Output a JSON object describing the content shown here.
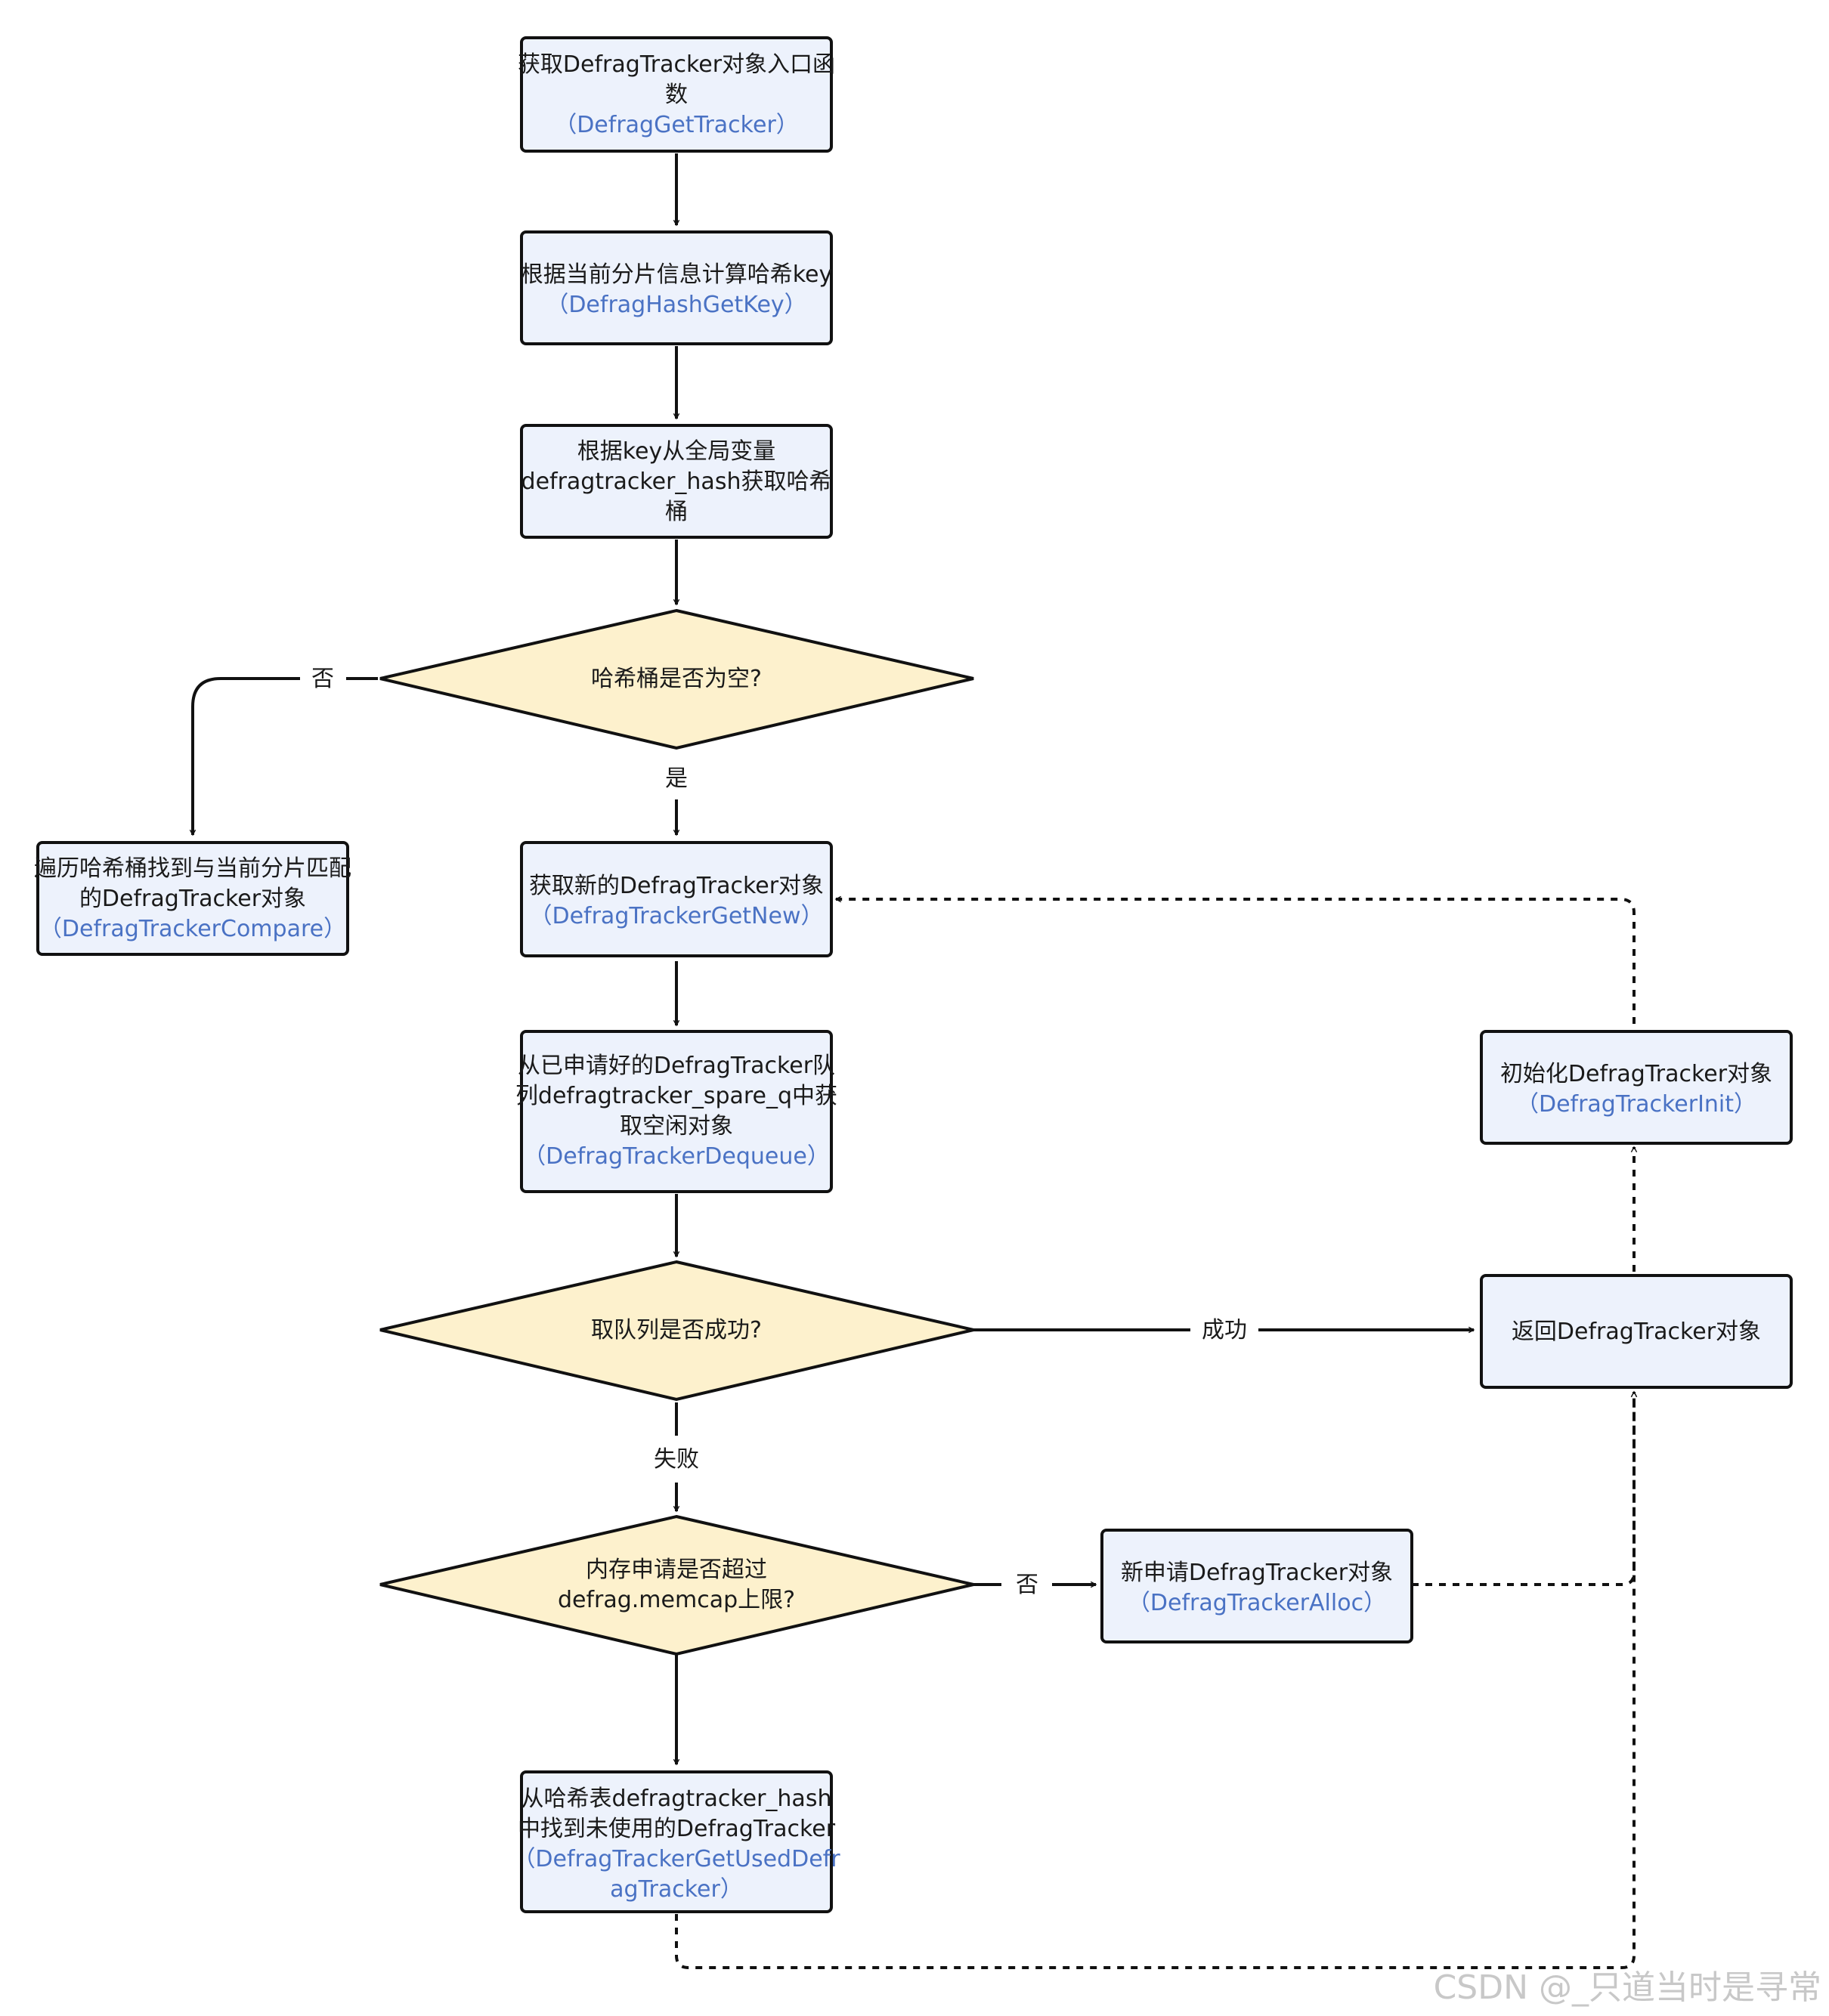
{
  "nodes": {
    "entry": {
      "lines": [
        "获取DefragTracker对象入口函",
        "数"
      ],
      "func": "（DefragGetTracker）"
    },
    "hashkey": {
      "lines": [
        "根据当前分片信息计算哈希key"
      ],
      "func": "（DefragHashGetKey）"
    },
    "bucket": {
      "lines": [
        "根据key从全局变量",
        "defragtracker_hash获取哈希",
        "桶"
      ],
      "func": ""
    },
    "decision_empty": {
      "lines": [
        "哈希桶是否为空?"
      ]
    },
    "traverse": {
      "lines": [
        "遍历哈希桶找到与当前分片匹配",
        "的DefragTracker对象"
      ],
      "func": "（DefragTrackerCompare）"
    },
    "getnew": {
      "lines": [
        "获取新的DefragTracker对象"
      ],
      "func": "（DefragTrackerGetNew）"
    },
    "dequeue": {
      "lines": [
        "从已申请好的DefragTracker队",
        "列defragtracker_spare_q中获",
        "取空闲对象"
      ],
      "func": "（DefragTrackerDequeue）"
    },
    "decision_queue": {
      "lines": [
        "取队列是否成功?"
      ]
    },
    "init": {
      "lines": [
        "初始化DefragTracker对象"
      ],
      "func": "（DefragTrackerInit）"
    },
    "return": {
      "lines": [
        "返回DefragTracker对象"
      ],
      "func": ""
    },
    "decision_memcap": {
      "lines": [
        "内存申请是否超过",
        "defrag.memcap上限?"
      ]
    },
    "alloc": {
      "lines": [
        "新申请DefragTracker对象"
      ],
      "func": "（DefragTrackerAlloc）"
    },
    "unused": {
      "lines": [
        "从哈希表defragtracker_hash",
        "中找到未使用的DefragTracker"
      ],
      "func_lines": [
        "（DefragTrackerGetUsedDefr",
        "agTracker）"
      ]
    }
  },
  "edge_labels": {
    "empty_no": "否",
    "empty_yes": "是",
    "queue_success": "成功",
    "queue_fail": "失败",
    "memcap_no": "否"
  },
  "watermark": "CSDN @_只道当时是寻常",
  "colors": {
    "box_fill": "#edf2fc",
    "diamond_fill": "#fdf1cd",
    "func_text": "#4a72c4",
    "stroke": "#111111"
  }
}
